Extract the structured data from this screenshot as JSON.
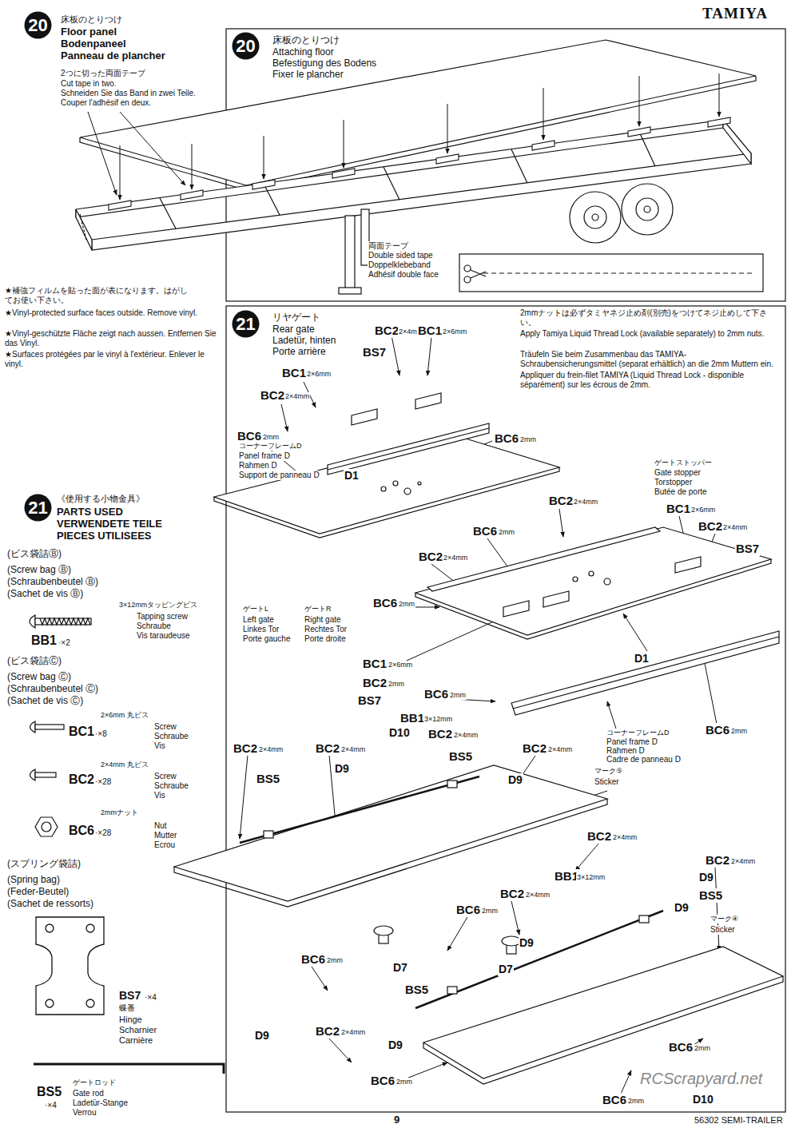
{
  "diagram": {
    "nodes": [
      {
        "text": [
          "20"
        ]
      },
      {
        "text": [
          "20"
        ]
      },
      {
        "text": [
          "21"
        ]
      },
      {
        "text": [
          "21"
        ]
      }
    ],
    "labels": [
      "TAMIYA",
      "床板のとりつけ",
      "Floor panel",
      "Bodenpaneel",
      "Panneau de plancher",
      "2つに切った両面テープ",
      "Cut tape in two.",
      "Schneiden Sie das Band in zwei Teile.",
      "Couper l'adhésif en deux.",
      "床板のとりつけ",
      "Attaching floor",
      "Befestigung des Bodens",
      "Fixer le plancher",
      "両面テープ",
      "Double sided tape",
      "Doppelklebeband",
      "Adhésif double face",
      "★補強フィルムを貼った面が表になります。はがしてお使い下さい。",
      "★Vinyl-protected surface faces outside. Remove vinyl.",
      "★Vinyl-geschützte Fläche zeigt nach aussen. Entfernen Sie das Vinyl.",
      "★Surfaces protégées par le vinyl à l'extérieur. Enlever le vinyl.",
      "リヤゲート",
      "Rear gate",
      "Ladetür, hinten",
      "Porte arrière",
      "2mmナットは必ずタミヤネジ止め剤(別売)をつけてネジ止めして下さい。",
      "Apply Tamiya Liquid Thread Lock (available separately) to 2mm nuts.",
      "Träufeln Sie beim Zusammenbau das TAMIYA-Schraubensicherungsmittel (separat erhältlich) an die 2mm Muttern ein.",
      "Appliquer du frein-filet TAMIYA (Liquid Thread Lock - disponible séparément) sur les écrous de 2mm.",
      "《使用する小物金具》",
      "PARTS USED",
      "VERWENDETE TEILE",
      "PIECES UTILISEES",
      "(ビス袋詰Ⓑ)",
      "(Screw bag Ⓑ)",
      "(Schraubenbeutel Ⓑ)",
      "(Sachet de vis Ⓑ)",
      "3×12mmタッピングビス",
      "Tapping screw",
      "Schraube",
      "Vis taraudeuse",
      "BB1",
      "·×2",
      "(ビス袋詰Ⓒ)",
      "(Screw bag Ⓒ)",
      "(Schraubenbeutel Ⓒ)",
      "(Sachet de vis Ⓒ)",
      "2×6mm 丸ビス",
      "BC1",
      "·×8",
      "Screw",
      "Schraube",
      "Vis",
      "2×4mm 丸ビス",
      "BC2",
      "·×28",
      "Screw",
      "Schraube",
      "Vis",
      "2mmナット",
      "BC6",
      "·×28",
      "Nut",
      "Mutter",
      "Ecrou",
      "(スプリング袋詰)",
      "(Spring bag)",
      "(Feder-Beutel)",
      "(Sachet de ressorts)",
      "BS7",
      "·×4",
      "蝶番",
      "Hinge",
      "Scharnier",
      "Carnière",
      "BS5",
      "·×4",
      "ゲートロッド",
      "Gate rod",
      "Ladetür-Stange",
      "Verrou",
      "9",
      "56302 SEMI-TRAILER",
      "RCScrapyard.net",
      "BC2",
      "2×4mm",
      "BC1",
      "2×6mm",
      "BS7",
      "BC1",
      "2×6mm",
      "BC2",
      "2×4mm",
      "BC6",
      "2mm",
      "コーナーフレームD",
      "Panel frame D",
      "Rahmen D",
      "Support de panneau D",
      "BC6",
      "2mm",
      "D1",
      "ゲートL",
      "Left gate",
      "Linkes Tor",
      "Porte gauche",
      "ゲートR",
      "Right gate",
      "Rechtes Tor",
      "Porte droite",
      "ゲートストッパー",
      "Gate stopper",
      "Torstopper",
      "Butée de porte",
      "BC2",
      "2×4mm",
      "BC1",
      "2×6mm",
      "BC2",
      "2×4mm",
      "BC6",
      "2mm",
      "BS7",
      "BC2",
      "2×4mm",
      "BC6",
      "2mm",
      "BC1",
      "2×6mm",
      "D1",
      "BC2",
      "2mm",
      "BS7",
      "BC6",
      "2mm",
      "コーナーフレームD",
      "Panel frame D",
      "Rahmen D",
      "Cadre de panneau D",
      "BC6",
      "2mm",
      "BB1",
      "3×12mm",
      "D10",
      "BC2",
      "2×4mm",
      "BC2",
      "2×4mm",
      "BC2",
      "2×4mm",
      "D9",
      "BS5",
      "BC2",
      "2×4mm",
      "BS5",
      "D9",
      "マーク⑤",
      "Sticker",
      "BC2",
      "2×4mm",
      "BB1",
      "3×12mm",
      "BC2",
      "2×4mm",
      "D9",
      "BS5",
      "D9",
      "BC2",
      "2×4mm",
      "BC6",
      "2mm",
      "マーク④",
      "Sticker",
      "BC6",
      "2mm",
      "D7",
      "D9",
      "D7",
      "BS5",
      "BC2",
      "2×4mm",
      "D9",
      "D9",
      "BC6",
      "2mm",
      "BC6",
      "2mm",
      "BC6",
      "2mm",
      "D10"
    ]
  }
}
